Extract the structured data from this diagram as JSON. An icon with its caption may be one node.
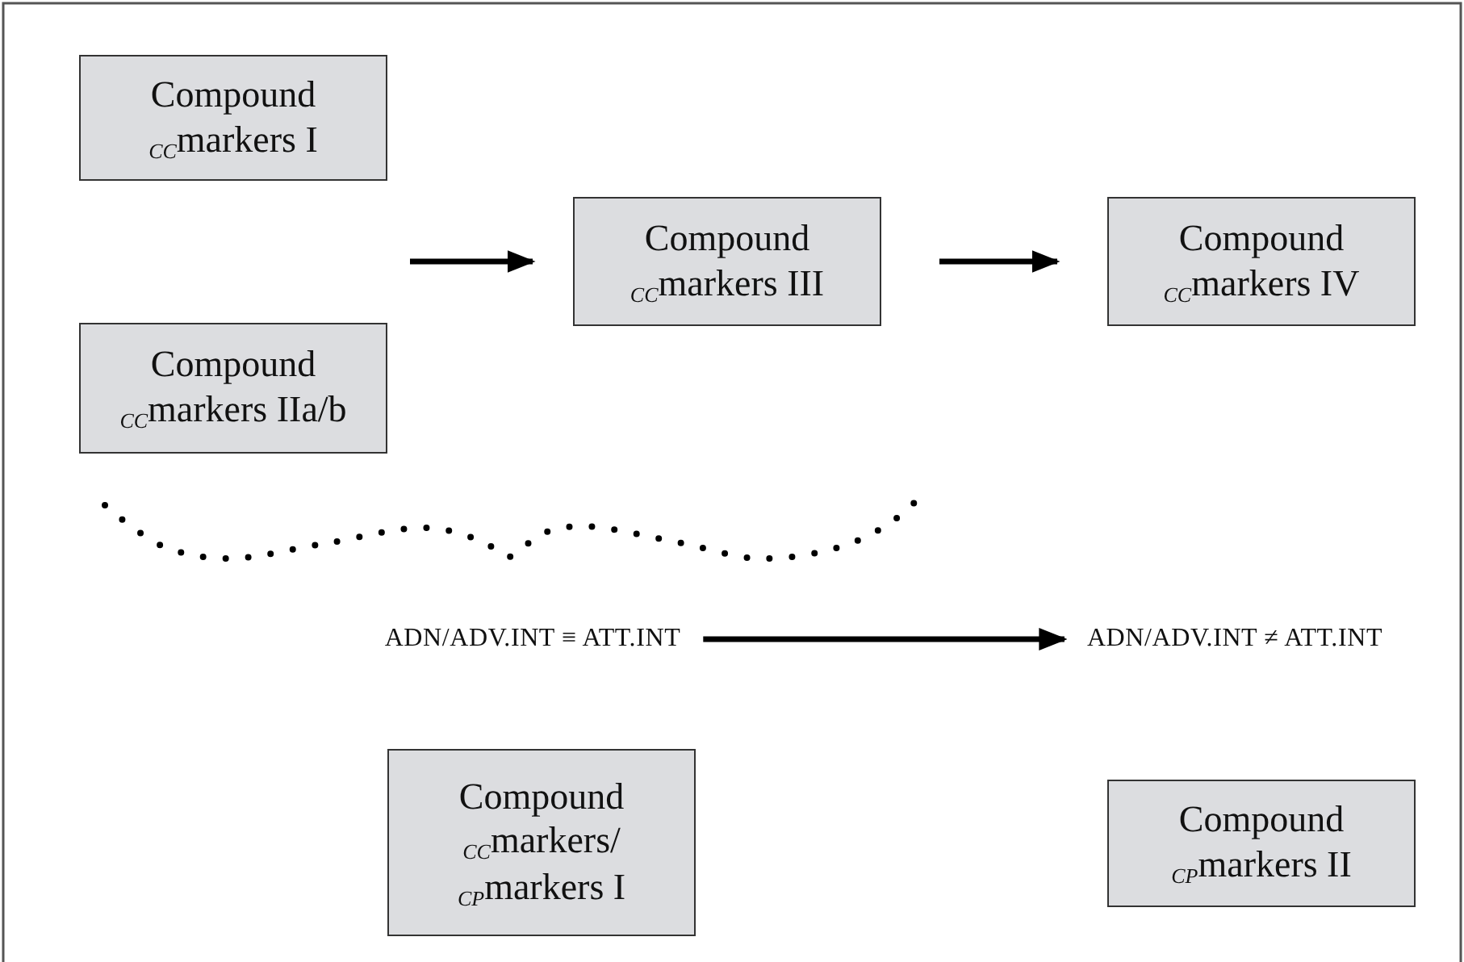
{
  "diagram": {
    "nodes": [
      {
        "text": [
          "Compound $_{CC}$markers I"
        ]
      },
      {
        "text": [
          "Compound $_{CC}$markers IIa/b"
        ]
      },
      {
        "text": [
          "Compound $_{CC}$markers III"
        ]
      },
      {
        "text": [
          "Compound $_{CC}$markers IV"
        ]
      },
      {
        "text": [
          "ADN/ADV.INT ≡ ATT.INT"
        ]
      },
      {
        "text": [
          "ADN/ADV.INT ≠ ATT.INT"
        ]
      },
      {
        "text": [
          "Compound $_{CC}$markers/ $_{CP}$markers I"
        ]
      },
      {
        "text": [
          "Compound $_{CP}$markers II"
        ]
      }
    ],
    "edges": [
      {
        "from": null,
        "to": 2,
        "arrow": "to"
      },
      {
        "from": 2,
        "to": 3,
        "arrow": "to"
      },
      {
        "from": 4,
        "to": 5,
        "arrow": "to"
      }
    ]
  }
}
